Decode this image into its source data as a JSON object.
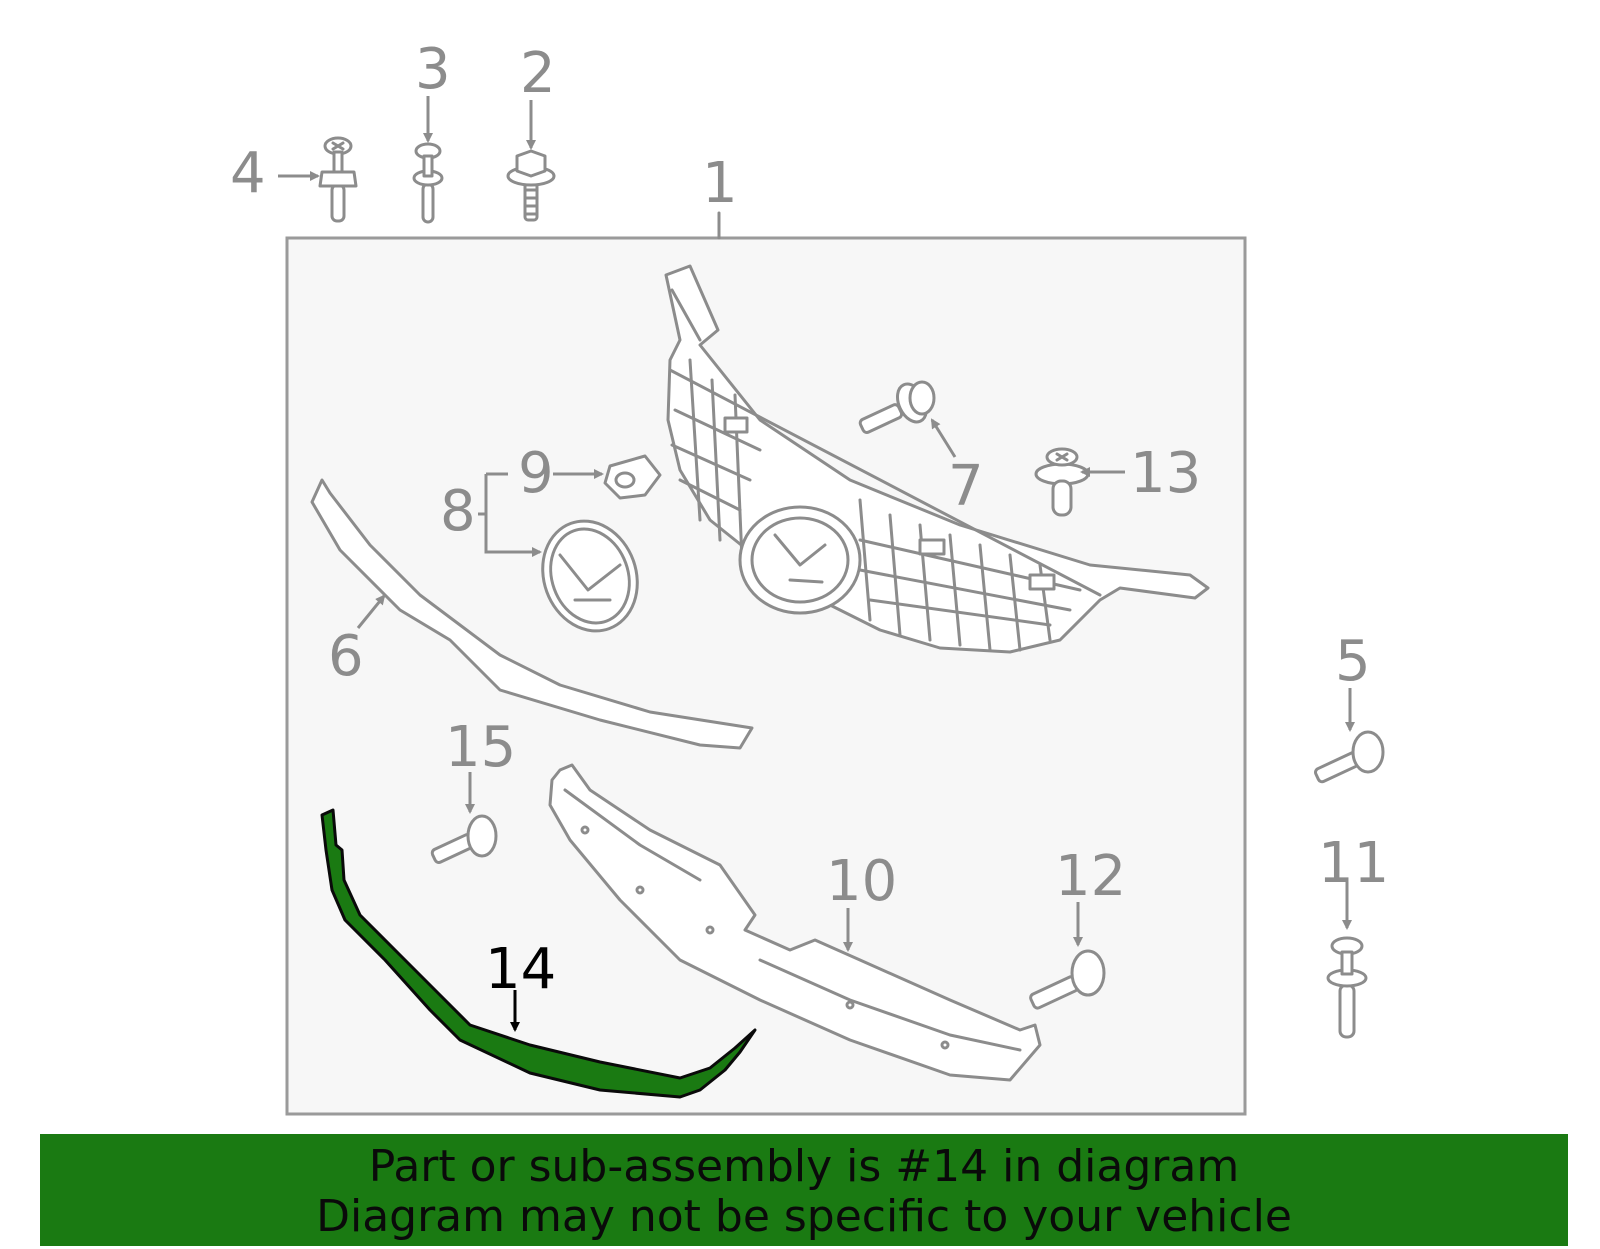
{
  "callouts": {
    "c1": "1",
    "c2": "2",
    "c3": "3",
    "c4": "4",
    "c5": "5",
    "c6": "6",
    "c7": "7",
    "c8": "8",
    "c9": "9",
    "c10": "10",
    "c11": "11",
    "c12": "12",
    "c13": "13",
    "c14": "14",
    "c15": "15"
  },
  "highlight": {
    "part_number": "14",
    "color": "#1a7a12"
  },
  "colors": {
    "line": "#8c8c8c",
    "panel": "#f7f7f7",
    "banner": "#1a7a12"
  },
  "banner": {
    "line1": "Part or sub-assembly is #14 in diagram",
    "line2": "Diagram may not be specific to your vehicle"
  }
}
